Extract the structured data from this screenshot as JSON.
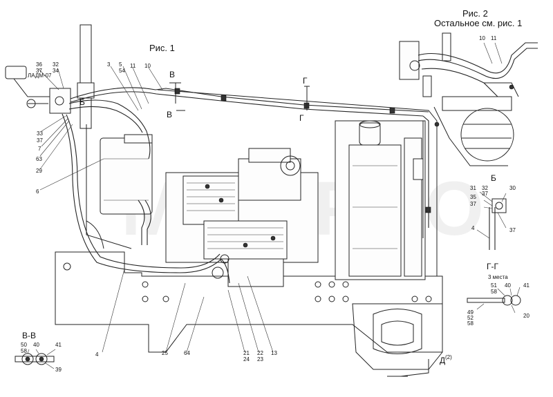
{
  "figures": {
    "fig1": "Рис. 1",
    "fig2": "Рис. 2",
    "fig2_note": "Остальное см. рис. 1"
  },
  "sections": {
    "v_upper": "В",
    "v_lower": "В",
    "g_upper": "Г",
    "g_lower": "Г",
    "b_left": "Б",
    "b_detail": "Б",
    "vv_title": "В-В",
    "gg_title": "Г-Г",
    "gg_note": "3 места",
    "d_mark": "Д",
    "d_sup": "(2)"
  },
  "tag": "ЛАДМ-07",
  "watermark": "MTZ-PRO",
  "callouts": {
    "c36": "36",
    "c37a": "37",
    "c32": "32",
    "c34": "34",
    "c3": "3",
    "c5": "5",
    "c54": "54",
    "c11": "11",
    "c10": "10",
    "c33": "33",
    "c37b": "37",
    "c7": "7",
    "c63": "63",
    "c29": "29",
    "c6": "6",
    "c4": "4",
    "c25": "25",
    "c64": "64",
    "c21": "21",
    "c24": "24",
    "c22": "22",
    "c23": "23",
    "c13": "13",
    "f2_10": "10",
    "f2_11": "11",
    "b31": "31",
    "b32": "32",
    "b30": "30",
    "b35": "35",
    "b37a": "37",
    "b37b": "37",
    "b37c": "37",
    "b4": "4",
    "g51": "51",
    "g58": "58",
    "g40": "40",
    "g41": "41",
    "g49": "49",
    "g52": "52",
    "g58b": "58",
    "g20": "20",
    "v50": "50",
    "v58": "58",
    "v40": "40",
    "v41": "41",
    "v39": "39"
  }
}
